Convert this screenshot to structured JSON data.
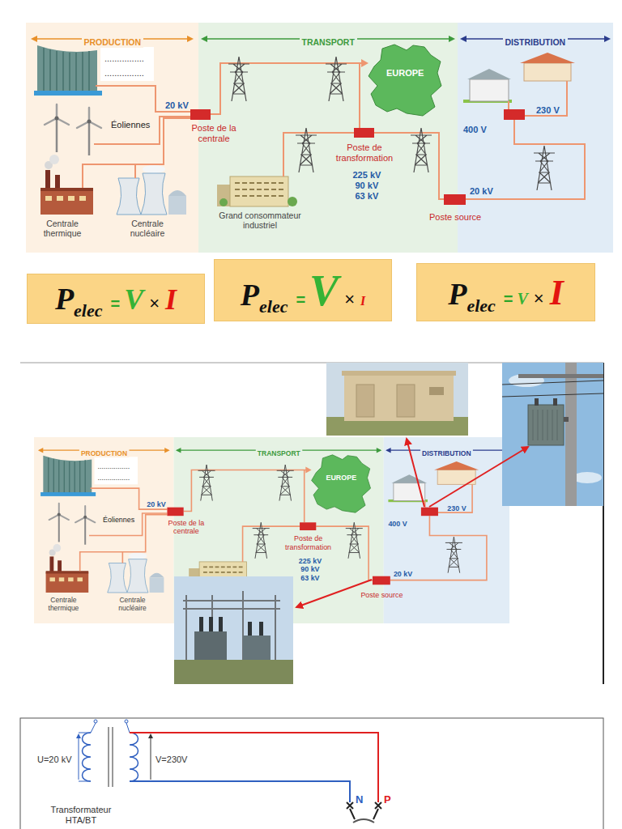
{
  "diagram": {
    "nodes": [
      {
        "text": [
          "P",
          "elec",
          "=",
          "V",
          "×",
          "I"
        ]
      },
      {
        "text": [
          "P",
          "elec",
          "=",
          "V",
          "×",
          "I"
        ]
      },
      {
        "text": [
          "P",
          "elec",
          "=",
          "V",
          "×",
          "I"
        ]
      }
    ],
    "labels": [
      "PRODUCTION",
      "TRANSPORT",
      "DISTRIBUTION",
      "................",
      "................",
      "20 kV",
      "Éoliennes",
      "Poste de la centrale",
      "EUROPE",
      "Poste de transformation",
      "225 kV",
      "90 kV",
      "63 kV",
      "Grand consommateur industriel",
      "Centrale thermique",
      "Centrale nucléaire",
      "400 V",
      "230 V",
      "20 kV",
      "Poste source",
      "PRODUCTION",
      "TRANSPORT",
      "DISTRIBUTION",
      "................",
      "................",
      "20 kV",
      "Éoliennes",
      "Poste de la centrale",
      "EUROPE",
      "Poste de transformation",
      "225 kV",
      "90 kV",
      "63 kV",
      "Centrale thermique",
      "Centrale nucléaire",
      "400 V",
      "230 V",
      "20 kV",
      "Poste source",
      "U=20 kV",
      "V=230V",
      "Transformateur HTA/BT",
      "N",
      "P"
    ]
  }
}
